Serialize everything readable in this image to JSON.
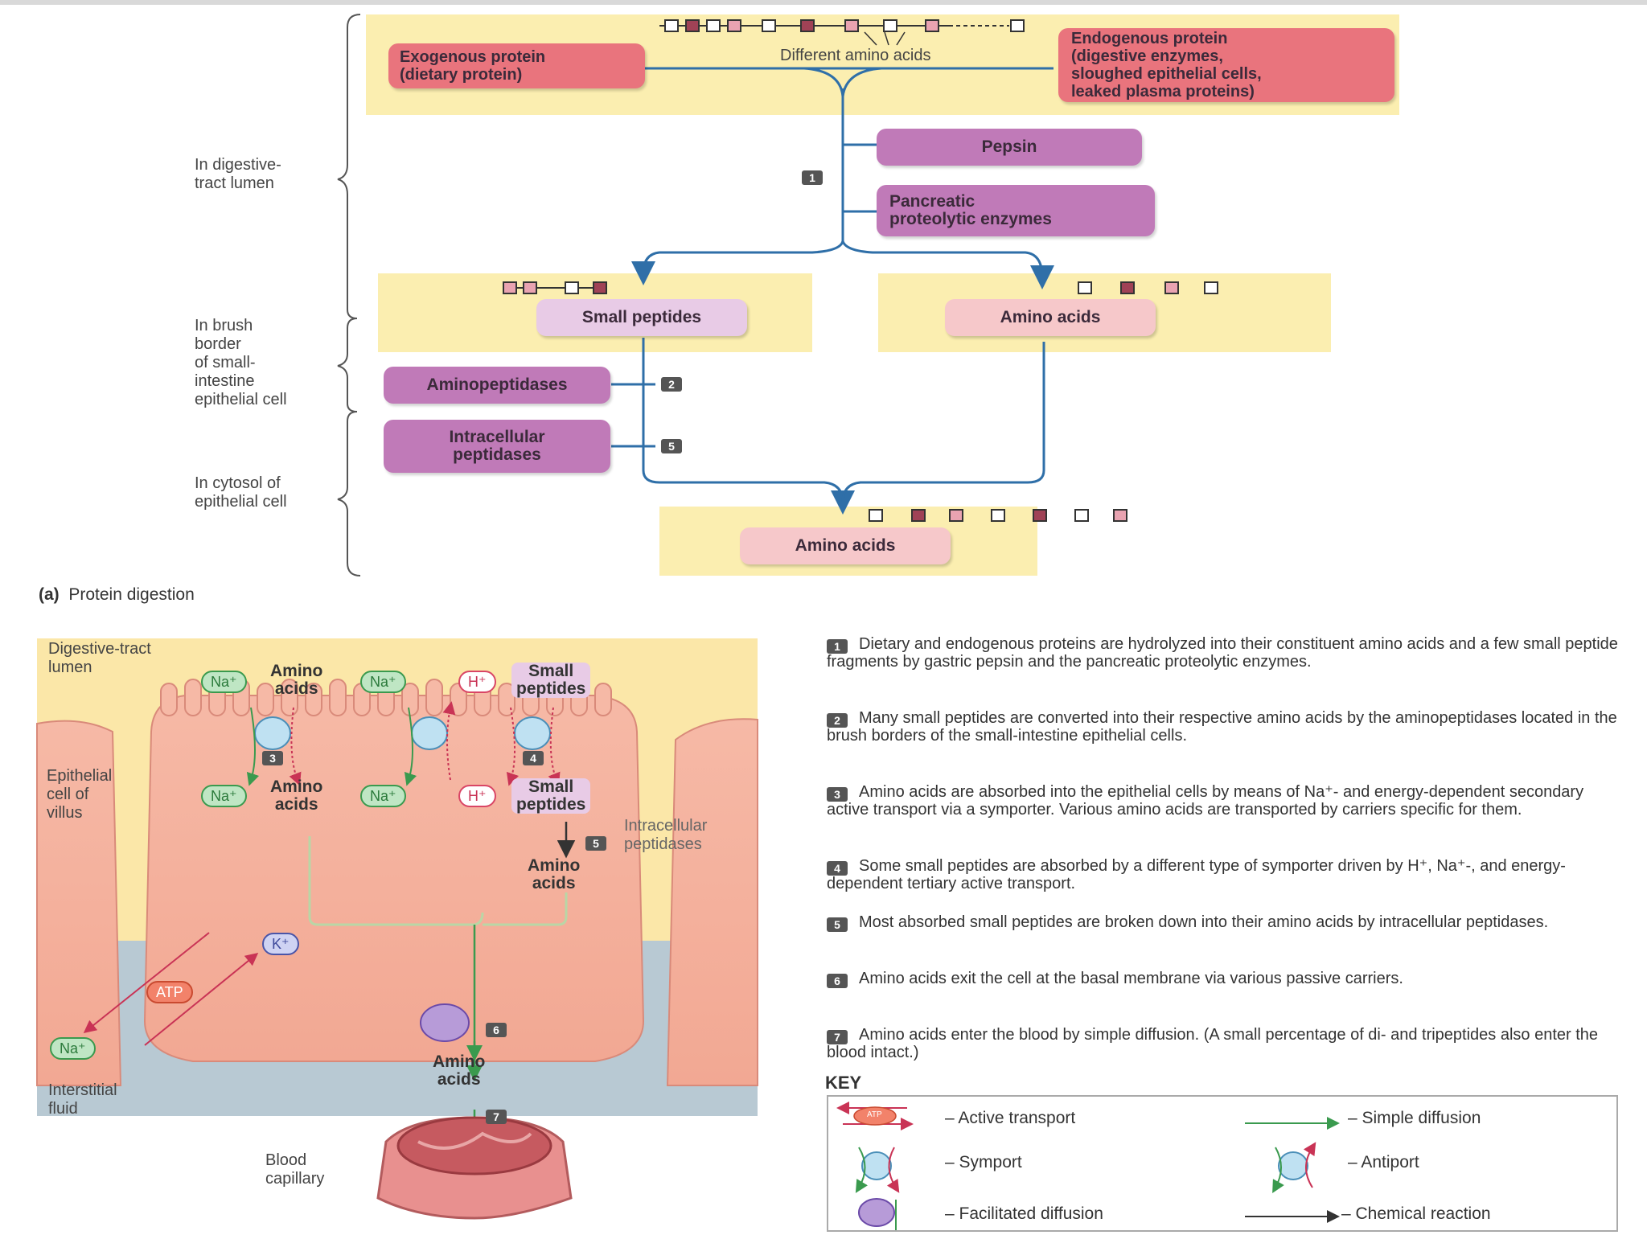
{
  "top": {
    "exogenous": [
      "Exogenous protein",
      "(dietary protein)"
    ],
    "different_amino_acids": "Different amino acids",
    "endogenous": [
      "Endogenous protein",
      "(digestive enzymes,",
      "sloughed epithelial cells,",
      "leaked plasma proteins)"
    ],
    "pepsin": "Pepsin",
    "pancreatic": [
      "Pancreatic",
      "proteolytic enzymes"
    ],
    "small_peptides": "Small peptides",
    "amino_acids_right": "Amino acids",
    "aminopeptidases": "Aminopeptidases",
    "intracellular": [
      "Intracellular",
      "peptidases"
    ],
    "amino_acids_bottom": "Amino acids",
    "step1": "1",
    "step2": "2",
    "step5": "5"
  },
  "regions": {
    "lumen": "In digestive-\ntract lumen",
    "brush": "In brush\nborder\nof small-\nintestine\nepithelial cell",
    "cytosol": "In cytosol of\nepithelial cell"
  },
  "caption_a_letter": "(a)",
  "caption_a_text": "Protein digestion",
  "villus": {
    "lumen_label": "Digestive-tract\nlumen",
    "epithelial_label": "Epithelial\ncell of\nvillus",
    "interstitial_label": "Interstitial\nfluid",
    "blood_label": "Blood\ncapillary",
    "intracellular_label": "Intracellular\npeptidases",
    "na": "Na⁺",
    "h": "H⁺",
    "k": "K⁺",
    "atp": "ATP",
    "amino_acids_1": "Amino\nacids",
    "amino_acids_2": "Amino\nacids",
    "amino_acids_3": "Amino\nacids",
    "amino_acids_4": "Amino\nacids",
    "small_peptides_1": "Small\npeptides",
    "small_peptides_2": "Small\npeptides",
    "n3": "3",
    "n4": "4",
    "n5": "5",
    "n6": "6",
    "n7": "7"
  },
  "steps": [
    {
      "n": "1",
      "text": "Dietary and endogenous proteins are hydrolyzed into their constituent amino acids and a few small peptide fragments by gastric pepsin and the pancreatic proteolytic enzymes."
    },
    {
      "n": "2",
      "text": "Many small peptides are converted into their respective amino acids by the aminopeptidases located in the brush borders of the small-intestine epithelial cells."
    },
    {
      "n": "3",
      "text": "Amino acids are absorbed into the epithelial cells by means of Na⁺- and energy-dependent secondary active transport via a symporter. Various amino acids are transported by carriers specific for them."
    },
    {
      "n": "4",
      "text": "Some small peptides are absorbed by a different type of symporter driven by H⁺, Na⁺-, and energy-dependent tertiary active transport."
    },
    {
      "n": "5",
      "text": "Most absorbed small peptides are broken down into their amino acids by intracellular peptidases."
    },
    {
      "n": "6",
      "text": "Amino acids exit the cell at the basal membrane via various passive carriers."
    },
    {
      "n": "7",
      "text": "Amino acids enter the blood by simple diffusion. (A small percentage of di- and tripeptides also enter the blood intact.)"
    }
  ],
  "key": {
    "title": "KEY",
    "active": "– Active transport",
    "simple": "– Simple diffusion",
    "symport": "– Symport",
    "antiport": "– Antiport",
    "facilitated": "– Facilitated diffusion",
    "chemical": "– Chemical reaction",
    "atp_small": "ATP"
  },
  "colors": {
    "panel": "#fbeeb0",
    "enzyme": "#c07ab8",
    "protein": "#e9747d",
    "flow": "#2f6fa8",
    "absorb": "#3a9a4e"
  }
}
